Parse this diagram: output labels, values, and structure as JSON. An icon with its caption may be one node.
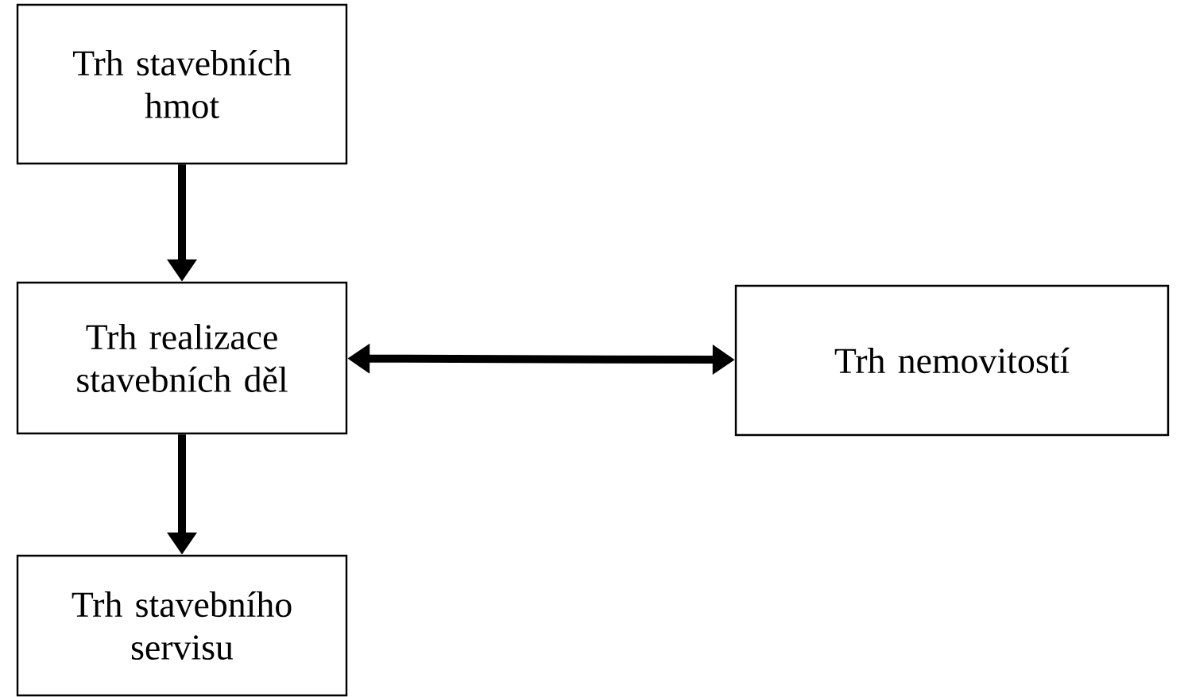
{
  "diagram": {
    "nodes": [
      {
        "text": [
          "Trh stavebních hmot"
        ]
      },
      {
        "text": [
          "Trh realizace stavebních děl"
        ]
      },
      {
        "text": [
          "Trh nemovitostí"
        ]
      },
      {
        "text": [
          "Trh stavebního servisu"
        ]
      }
    ],
    "edges": [
      {
        "from": 0,
        "to": 1,
        "arrow": "to"
      },
      {
        "from": 1,
        "to": 2,
        "arrow": "both"
      },
      {
        "from": 1,
        "to": 3,
        "arrow": "to"
      }
    ]
  }
}
